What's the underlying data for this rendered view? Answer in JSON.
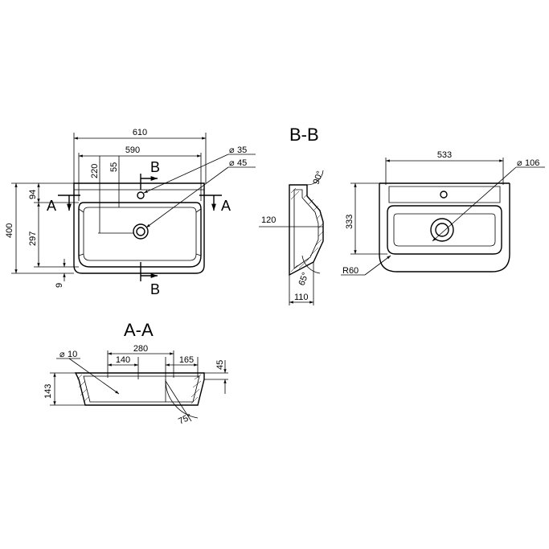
{
  "drawing": {
    "front_view": {
      "width_total": "610",
      "width_inner": "590",
      "dim_220": "220",
      "dim_55": "55",
      "hole_35": "35",
      "hole_45": "45",
      "height_400": "400",
      "height_94": "94",
      "height_297": "297",
      "height_9": "9",
      "section_a_left": "A",
      "section_a_right": "A",
      "section_b_top": "B",
      "section_b_bottom": "B"
    },
    "section_bb": {
      "title": "B-B",
      "angle_90": "90°",
      "dim_120": "120",
      "angle_65": "65°",
      "dim_110": "110"
    },
    "top_view": {
      "width_533": "533",
      "hole_106": "106",
      "height_333": "333",
      "radius_60": "R60"
    },
    "section_aa": {
      "title": "A-A",
      "hole_10": "10",
      "dim_280": "280",
      "dim_140": "140",
      "dim_165": "165",
      "height_45": "45",
      "height_143": "143",
      "angle_75": "75°"
    }
  }
}
